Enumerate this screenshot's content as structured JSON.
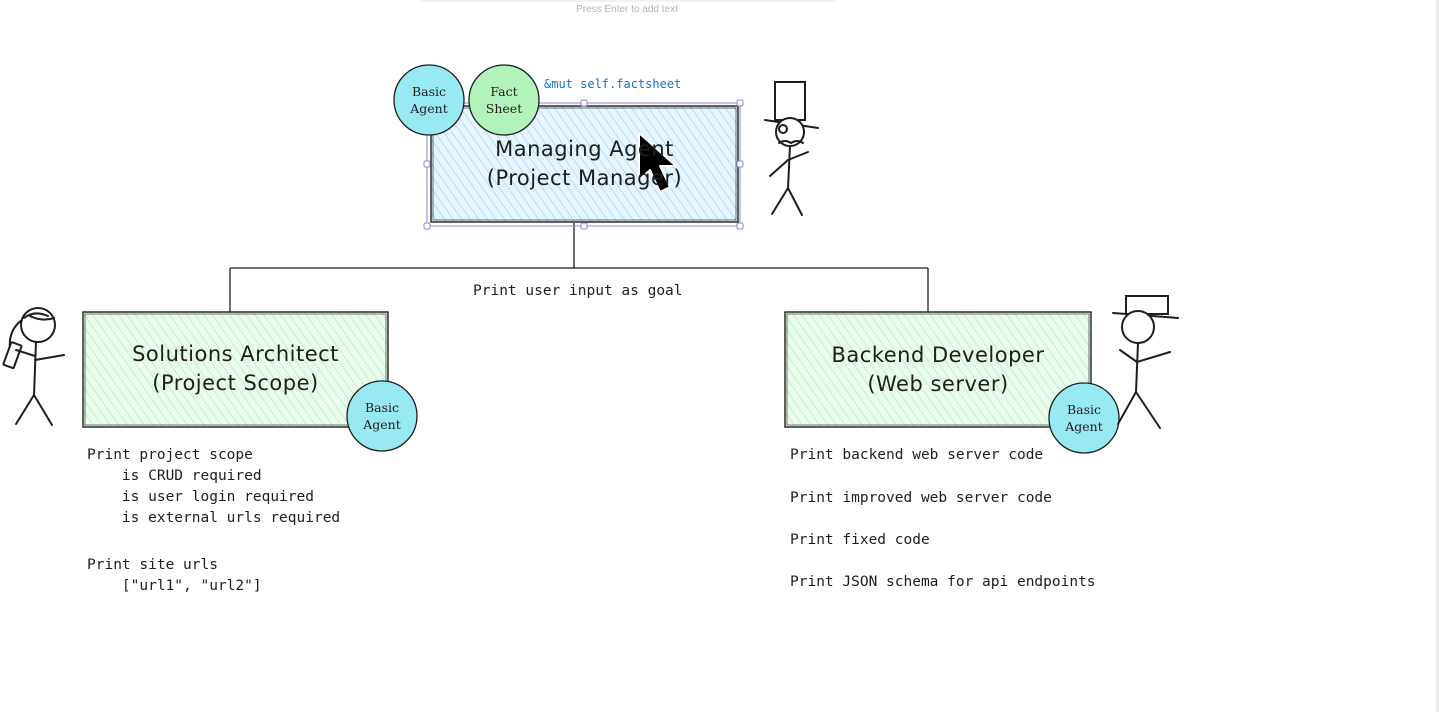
{
  "hint": {
    "text": "Press Enter to add text"
  },
  "manager": {
    "title_line1": "Managing Agent",
    "title_line2": "(Project Manager)",
    "annotation": "&mut self.factsheet",
    "circles": {
      "basic_agent": {
        "line1": "Basic",
        "line2": "Agent"
      },
      "fact_sheet": {
        "line1": "Fact",
        "line2": "Sheet"
      }
    }
  },
  "connector": {
    "label": "Print user input as goal"
  },
  "architect": {
    "title_line1": "Solutions Architect",
    "title_line2": "(Project Scope)",
    "circle": {
      "line1": "Basic",
      "line2": "Agent"
    },
    "notes": [
      "Print project scope",
      "    is CRUD required",
      "    is user login required",
      "    is external urls required",
      "",
      "Print site urls",
      "    [\"url1\", \"url2\"]"
    ]
  },
  "backend": {
    "title_line1": "Backend Developer",
    "title_line2": "(Web server)",
    "circle": {
      "line1": "Basic",
      "line2": "Agent"
    },
    "notes": [
      "Print backend web server code",
      "Print improved web server code",
      "Print fixed code",
      "Print JSON schema for api endpoints"
    ]
  },
  "colors": {
    "manager_fill": "#d0ebff",
    "worker_fill": "#d3f9d8",
    "basic_agent_fill": "#99e9f2",
    "fact_sheet_fill": "#b2f2bb",
    "stroke": "#1e1e1e",
    "selection": "#8d8bd0",
    "annotation": "#1971c2"
  }
}
